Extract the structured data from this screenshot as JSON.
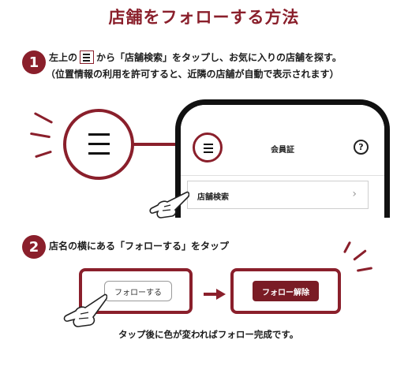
{
  "title": "店舗をフォローする方法",
  "step1": {
    "number": "1",
    "text_before": "左上の",
    "text_after": "から「店舗検索」をタップし、お気に入りの店舗を探す。",
    "note": "（位置情報の利用を許可すると、近隣の店舗が自動で表示されます）"
  },
  "phone": {
    "header_title": "会員証",
    "help_label": "?",
    "menu_item": "店舗検索",
    "chevron": "›"
  },
  "step2": {
    "number": "2",
    "text": "店名の横にある「フォローする」をタップ"
  },
  "buttons": {
    "follow": "フォローする",
    "unfollow": "フォロー解除"
  },
  "footer_note": "タップ後に色が変わればフォロー完成です。",
  "colors": {
    "accent": "#8a1f2b",
    "unfollow_bg": "#7a1c25"
  }
}
